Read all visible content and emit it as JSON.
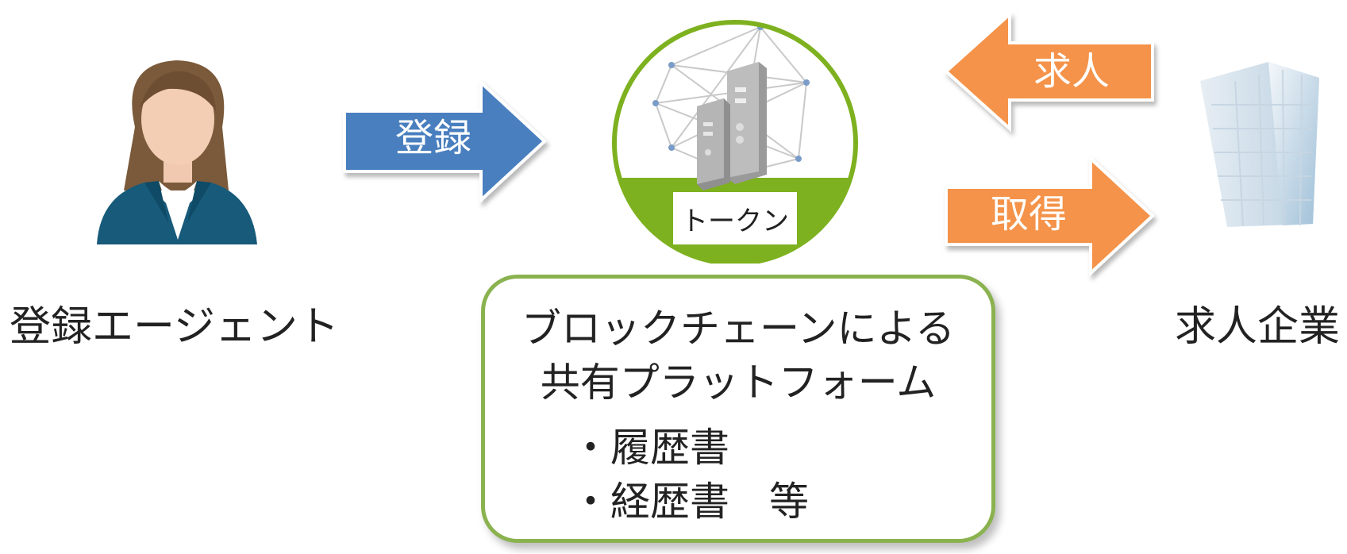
{
  "agent": {
    "label": "登録エージェント"
  },
  "company": {
    "label": "求人企業"
  },
  "arrows": {
    "register": {
      "label": "登録",
      "color": "#4a7fbf"
    },
    "job_offer": {
      "label": "求人",
      "color": "#f4934a"
    },
    "acquire": {
      "label": "取得",
      "color": "#f4934a"
    }
  },
  "platform": {
    "token_label": "トークン",
    "title_line1": "ブロックチェーンによる",
    "title_line2": "共有プラットフォーム",
    "items": [
      "・履歴書",
      "・経歴書　等"
    ],
    "border_color": "#8ab24f"
  }
}
